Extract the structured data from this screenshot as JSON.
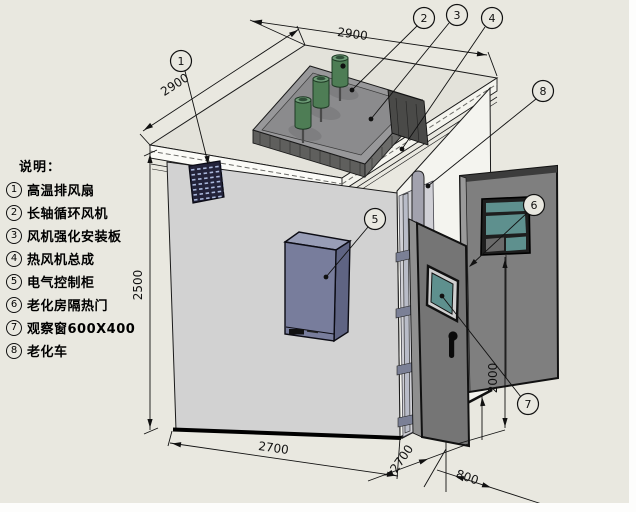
{
  "legend": {
    "title": "说明：",
    "items": [
      {
        "num": "1",
        "label": "高温排风扇"
      },
      {
        "num": "2",
        "label": "长轴循环风机"
      },
      {
        "num": "3",
        "label": "风机强化安装板"
      },
      {
        "num": "4",
        "label": "热风机总成"
      },
      {
        "num": "5",
        "label": "电气控制柜"
      },
      {
        "num": "6",
        "label": "老化房隔热门"
      },
      {
        "num": "7",
        "label": "观察窗600X400"
      },
      {
        "num": "8",
        "label": "老化车"
      }
    ]
  },
  "dimensions": {
    "roof_width": "2900",
    "roof_depth": "2900",
    "height": "2500",
    "front_width": "2700",
    "side_depth": "2700",
    "door_width": "800",
    "door_height": "2000"
  },
  "callouts": [
    {
      "number": "1"
    },
    {
      "number": "2"
    },
    {
      "number": "3"
    },
    {
      "number": "4"
    },
    {
      "number": "5"
    },
    {
      "number": "6"
    },
    {
      "number": "7"
    },
    {
      "number": "8"
    }
  ],
  "colors": {
    "background": "#e9e8e0",
    "front_face": "#d2d2d2",
    "side_face": "#f4f4ef",
    "roof_face": "#e3e2da",
    "door_panel": "#7d7d7d",
    "window_glass": "#5e908e",
    "cabinet_front": "#787d9c",
    "fan_green": "#4e7d55",
    "grille": "#23233a",
    "line": "#000000"
  }
}
